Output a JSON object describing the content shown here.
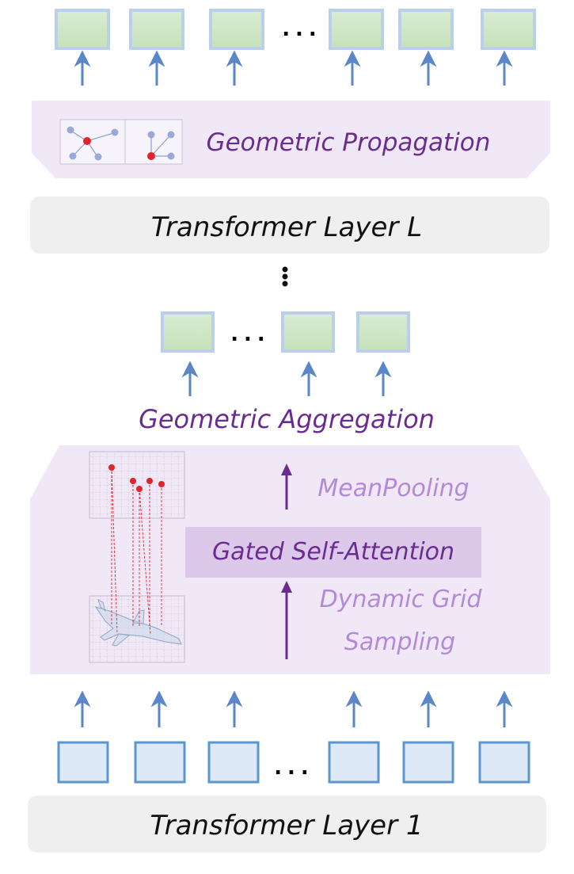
{
  "top_tokens_ellipsis": "...",
  "geometric_propagation": {
    "label": "Geometric Propagation"
  },
  "transformer_layer_L": {
    "label": "Transformer Layer L"
  },
  "vertical_ellipsis": "⋮",
  "mid_tokens_ellipsis": "...",
  "geometric_aggregation": {
    "label": "Geometric Aggregation",
    "steps": {
      "mean_pooling": "MeanPooling",
      "gated_self_attention": "Gated Self-Attention",
      "dynamic_grid_line1": "Dynamic Grid",
      "dynamic_grid_line2": "Sampling"
    }
  },
  "bottom_tokens_ellipsis": "...",
  "transformer_layer_1": {
    "label": "Transformer Layer 1"
  },
  "colors": {
    "arrow_blue": "#5b87c9",
    "purple_text": "#6a2c91",
    "purple_light_text": "#b48ad6",
    "panel_purple": "#f0e8f6",
    "gsa_fill": "#dcc8e8",
    "layer_gray": "#efefef",
    "token_green": "#cfe6c6",
    "token_border": "#a9c6e8",
    "token_blue_fill": "#dde9f7",
    "token_blue_border": "#5b96cf",
    "point_red": "#e0242c"
  },
  "icons": [
    "up-arrow-icon",
    "point-cloud-icon",
    "grid-icon",
    "airplane-icon"
  ]
}
